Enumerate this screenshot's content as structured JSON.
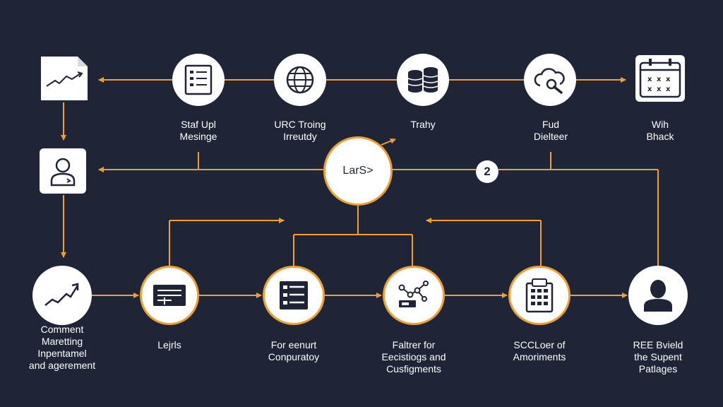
{
  "colors": {
    "background": "#1f2536",
    "connector": "#f0a030",
    "node": "#ffffff",
    "icon": "#1f2536"
  },
  "hub": {
    "label": "LarS>"
  },
  "badge": {
    "number": "2"
  },
  "top_row": [
    {
      "icon": "chart-document-icon",
      "label": ""
    },
    {
      "icon": "list-document-icon",
      "label": "Staf Upl\nMesinge"
    },
    {
      "icon": "globe-icon",
      "label": "URC Troing\nIrreutdy"
    },
    {
      "icon": "database-icon",
      "label": "Trahy"
    },
    {
      "icon": "cloud-search-icon",
      "label": "Fud\nDielteer"
    },
    {
      "icon": "calendar-icon",
      "label": "Wih\nBhack"
    }
  ],
  "left_column": {
    "icon": "person-icon"
  },
  "bottom_row": [
    {
      "icon": "trend-up-icon",
      "label": "Comment\nMaretting\nInpentamel\nand agerement"
    },
    {
      "icon": "form-card-icon",
      "label": "Lejrls"
    },
    {
      "icon": "list-icon",
      "label": "For eenurt\nConpuratoy"
    },
    {
      "icon": "share-graph-icon",
      "label": "Faltrer for\nEecistiogs and\nCusfigments"
    },
    {
      "icon": "clipboard-icon",
      "label": "SCCLoer of\nAmoriments"
    },
    {
      "icon": "user-avatar-icon",
      "label": "REE Bvield\nthe Supent\nPatlages"
    }
  ]
}
